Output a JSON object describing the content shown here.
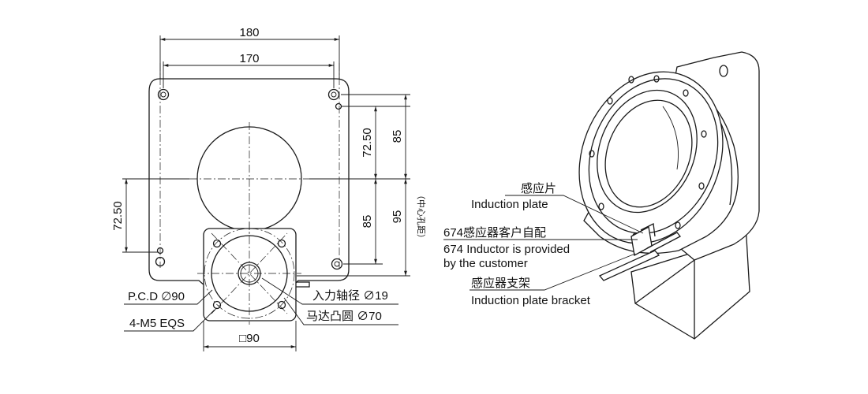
{
  "front_view": {
    "dim_180": "180",
    "dim_170": "170",
    "dim_72_50_top": "72.50",
    "dim_85_top": "85",
    "dim_85_right": "85",
    "dim_95": "95",
    "center_hole_note": "（中心孔距）",
    "dim_72_50_left": "72.50",
    "pcd": "P.C.D ∅90",
    "bolts": "4-M5 EQS",
    "input_shaft": "入力轴径 ∅19",
    "motor_boss": "马达凸圆 ∅70",
    "square": "□90"
  },
  "iso_view": {
    "induction_plate_cn": "感应片",
    "induction_plate_en": "Induction plate",
    "inductor_cn": "674感应器客户自配",
    "inductor_en_1": "674 Inductor is provided",
    "inductor_en_2": "by the customer",
    "bracket_cn": "感应器支架",
    "bracket_en": "Induction plate bracket"
  }
}
